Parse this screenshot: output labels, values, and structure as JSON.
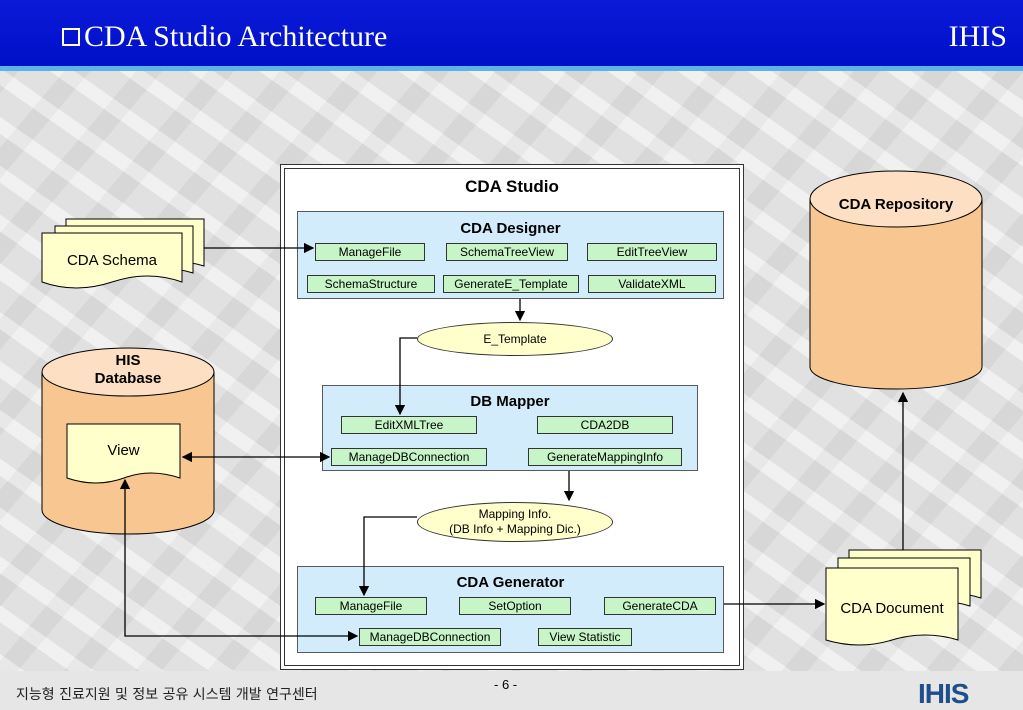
{
  "header": {
    "title": "CDA Studio Architecture",
    "brand": "IHIS"
  },
  "studio": {
    "label": "CDA Studio"
  },
  "designer": {
    "title": "CDA Designer",
    "components": [
      "ManageFile",
      "SchemaTreeView",
      "EditTreeView",
      "SchemaStructure",
      "GenerateE_Template",
      "ValidateXML"
    ]
  },
  "e_template": "E_Template",
  "mapper": {
    "title": "DB Mapper",
    "components": [
      "EditXMLTree",
      "CDA2DB",
      "ManageDBConnection",
      "GenerateMappingInfo"
    ]
  },
  "mapping_info": {
    "line1": "Mapping Info.",
    "line2": "(DB Info + Mapping Dic.)"
  },
  "generator": {
    "title": "CDA Generator",
    "components": [
      "ManageFile",
      "SetOption",
      "GenerateCDA",
      "ManageDBConnection",
      "View Statistic"
    ]
  },
  "schema_doc": "CDA Schema",
  "his_db": {
    "line1": "HIS",
    "line2": "Database",
    "view": "View"
  },
  "repository": "CDA Repository",
  "cda_document": "CDA Document",
  "footer": {
    "text": "지능형 진료지원 및 정보 공유 시스템 개발 연구센터",
    "page": "- 6 -",
    "logo": "IHIS"
  },
  "colors": {
    "header": "#0010c8",
    "module": "#d3ecfc",
    "component": "#c7f5c7",
    "cylinder": "#f8c690",
    "oval": "#ffffcc"
  }
}
